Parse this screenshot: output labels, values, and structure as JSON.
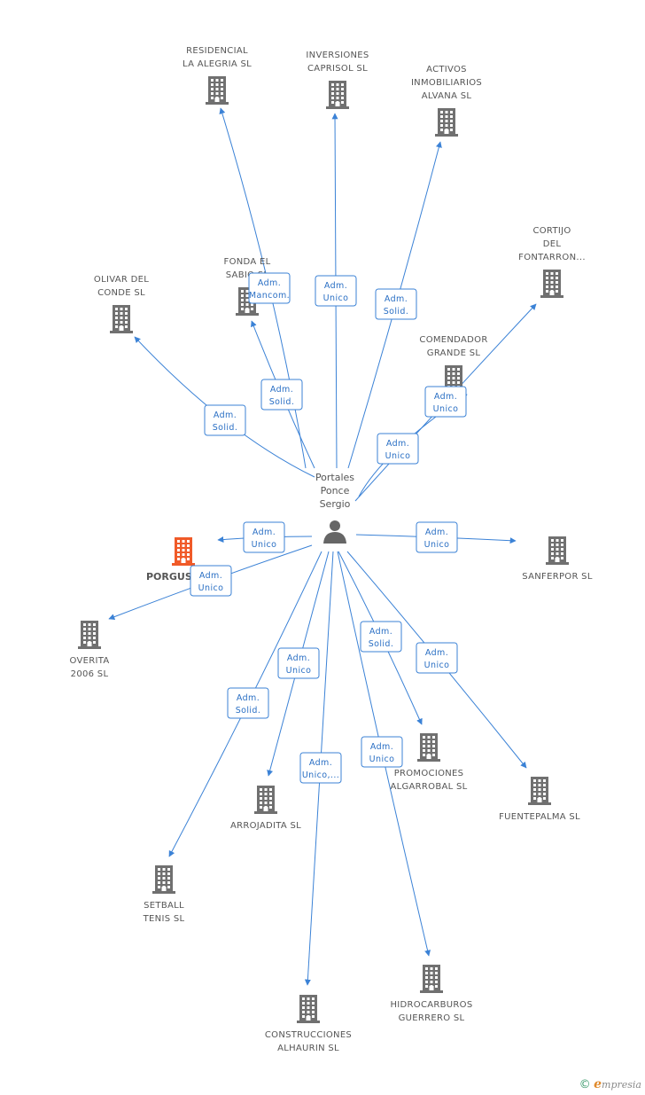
{
  "colors": {
    "edge": "#3b82d6",
    "building": "#707070",
    "building_highlight": "#f05a28",
    "person": "#666666"
  },
  "person": {
    "name_lines": [
      "Portales",
      "Ponce",
      "Sergio"
    ],
    "icon": "person-icon"
  },
  "nodes": [
    {
      "id": "residencial",
      "label_lines": [
        "RESIDENCIAL",
        "LA ALEGRIA SL"
      ],
      "icon": "building-icon"
    },
    {
      "id": "inversiones",
      "label_lines": [
        "INVERSIONES",
        "CAPRISOL  SL"
      ],
      "icon": "building-icon"
    },
    {
      "id": "activos",
      "label_lines": [
        "ACTIVOS",
        "INMOBILIARIOS",
        "ALVANA SL"
      ],
      "icon": "building-icon"
    },
    {
      "id": "cortijo",
      "label_lines": [
        "CORTIJO",
        "DEL",
        "FONTARRON..."
      ],
      "icon": "building-icon"
    },
    {
      "id": "olivar",
      "label_lines": [
        "OLIVAR DEL",
        "CONDE SL"
      ],
      "icon": "building-icon"
    },
    {
      "id": "fonda",
      "label_lines": [
        "FONDA EL",
        "SABIO SL"
      ],
      "icon": "building-icon"
    },
    {
      "id": "comendador",
      "label_lines": [
        "COMENDADOR",
        "GRANDE SL"
      ],
      "icon": "building-icon"
    },
    {
      "id": "porgus",
      "label_lines": [
        "PORGUS"
      ],
      "icon": "building-icon",
      "highlight": true
    },
    {
      "id": "sanferpor",
      "label_lines": [
        "SANFERPOR  SL"
      ],
      "icon": "building-icon"
    },
    {
      "id": "overita",
      "label_lines": [
        "OVERITA",
        "2006  SL"
      ],
      "icon": "building-icon"
    },
    {
      "id": "promociones",
      "label_lines": [
        "PROMOCIONES",
        "ALGARROBAL SL"
      ],
      "icon": "building-icon"
    },
    {
      "id": "fuentepalma",
      "label_lines": [
        "FUENTEPALMA SL"
      ],
      "icon": "building-icon"
    },
    {
      "id": "arrojadita",
      "label_lines": [
        "ARROJADITA SL"
      ],
      "icon": "building-icon"
    },
    {
      "id": "setball",
      "label_lines": [
        "SETBALL",
        "TENIS SL"
      ],
      "icon": "building-icon"
    },
    {
      "id": "hidrocarburos",
      "label_lines": [
        "HIDROCARBUROS",
        "GUERRERO SL"
      ],
      "icon": "building-icon"
    },
    {
      "id": "construcciones",
      "label_lines": [
        "CONSTRUCCIONES",
        "ALHAURIN SL"
      ],
      "icon": "building-icon"
    }
  ],
  "edges": [
    {
      "to": "residencial",
      "label_lines": [
        "Adm.",
        "Mancom."
      ]
    },
    {
      "to": "inversiones",
      "label_lines": [
        "Adm.",
        "Unico"
      ]
    },
    {
      "to": "activos",
      "label_lines": [
        "Adm.",
        "Solid."
      ]
    },
    {
      "to": "cortijo",
      "label_lines": [
        "Adm.",
        "Unico"
      ]
    },
    {
      "to": "olivar",
      "label_lines": [
        "Adm.",
        "Solid."
      ]
    },
    {
      "to": "fonda",
      "label_lines": [
        "Adm.",
        "Solid."
      ]
    },
    {
      "to": "comendador",
      "label_lines": [
        "Adm.",
        "Unico"
      ]
    },
    {
      "to": "porgus",
      "label_lines": [
        "Adm.",
        "Unico"
      ]
    },
    {
      "to": "sanferpor",
      "label_lines": [
        "Adm.",
        "Unico"
      ]
    },
    {
      "to": "overita",
      "label_lines": [
        "Adm.",
        "Unico"
      ]
    },
    {
      "to": "promociones",
      "label_lines": [
        "Adm.",
        "Solid."
      ]
    },
    {
      "to": "fuentepalma",
      "label_lines": [
        "Adm.",
        "Unico"
      ]
    },
    {
      "to": "arrojadita",
      "label_lines": [
        "Adm.",
        "Unico"
      ]
    },
    {
      "to": "setball",
      "label_lines": [
        "Adm.",
        "Solid."
      ]
    },
    {
      "to": "hidrocarburos",
      "label_lines": [
        "Adm.",
        "Unico"
      ]
    },
    {
      "to": "construcciones",
      "label_lines": [
        "Adm.",
        "Unico,..."
      ]
    }
  ],
  "footer": {
    "copyright": "©",
    "brand": "mpresia",
    "brand_initial": "e"
  }
}
